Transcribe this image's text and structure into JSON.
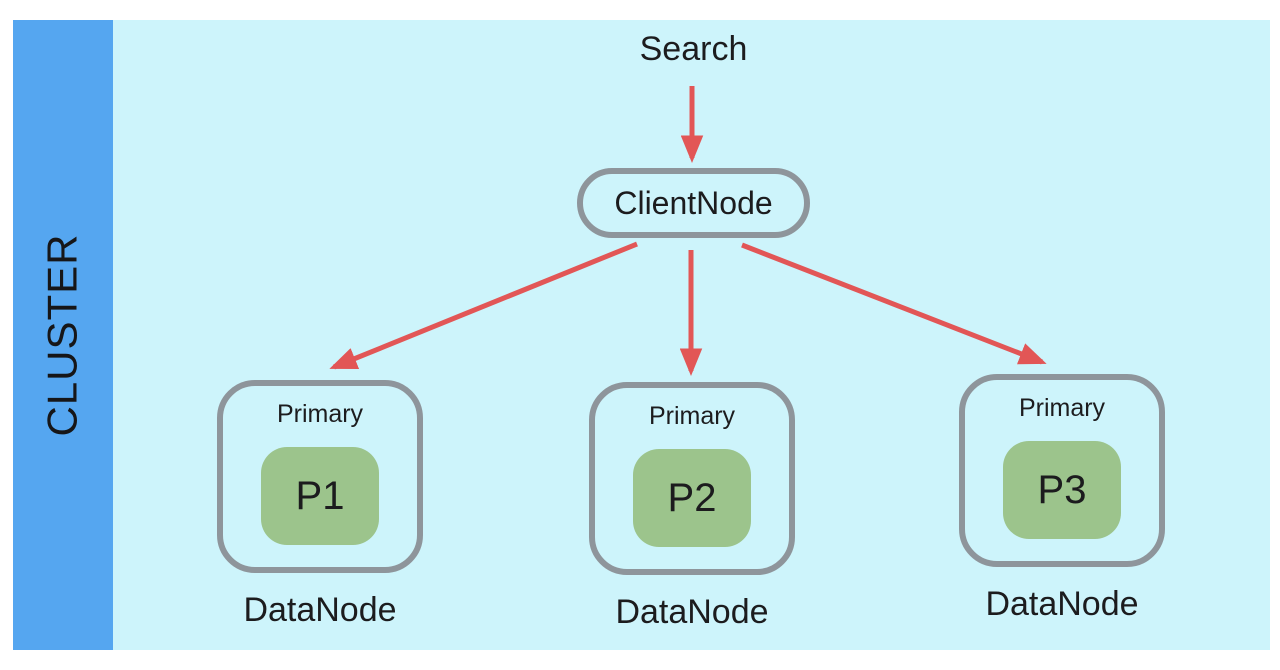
{
  "diagram": {
    "cluster_label": "CLUSTER",
    "search_label": "Search",
    "client_node_label": "ClientNode",
    "data_nodes": [
      {
        "role_label": "Primary",
        "shard_label": "P1",
        "node_label": "DataNode"
      },
      {
        "role_label": "Primary",
        "shard_label": "P2",
        "node_label": "DataNode"
      },
      {
        "role_label": "Primary",
        "shard_label": "P3",
        "node_label": "DataNode"
      }
    ],
    "edges": [
      {
        "from": "Search",
        "to": "ClientNode"
      },
      {
        "from": "ClientNode",
        "to": "DataNode P1"
      },
      {
        "from": "ClientNode",
        "to": "DataNode P2"
      },
      {
        "from": "ClientNode",
        "to": "DataNode P3"
      }
    ],
    "colors": {
      "sidebar_blue": "#55A6F0",
      "panel_cyan": "#CDF4FB",
      "shard_green": "#9CC48C",
      "arrow_red": "#E25656",
      "border_gray": "#8E959B",
      "text_black": "#1C1C1E"
    }
  }
}
